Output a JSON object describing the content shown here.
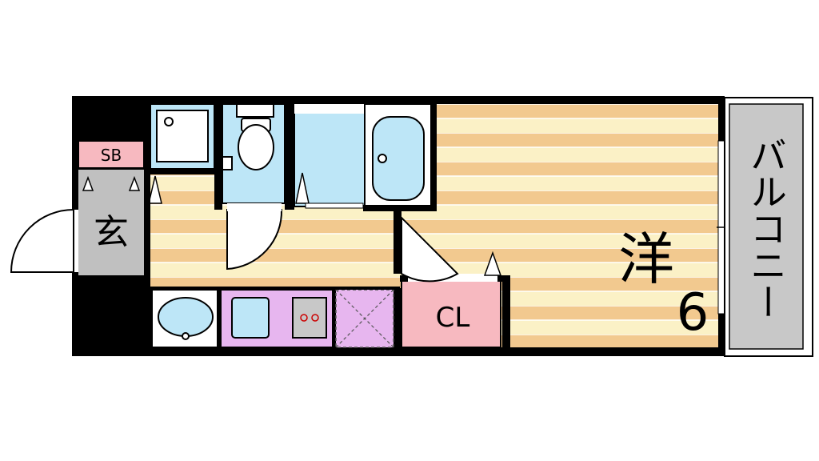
{
  "floorplan": {
    "rooms": {
      "western": {
        "label": "洋",
        "size": "6"
      },
      "entrance": {
        "label": "玄"
      },
      "shoe_box": {
        "label": "SB"
      },
      "closet": {
        "label": "CL"
      },
      "balcony": {
        "label": "バルコニー"
      }
    },
    "colors": {
      "wall": "#000000",
      "floor_dark": "#f2c98f",
      "floor_light": "#fbf1c6",
      "water": "#bde6f7",
      "kitchen": "#e7b6ef",
      "accent_pink": "#f7b9c0",
      "balcony": "#c8c8c8",
      "entrance": "#c0c0c0"
    }
  }
}
